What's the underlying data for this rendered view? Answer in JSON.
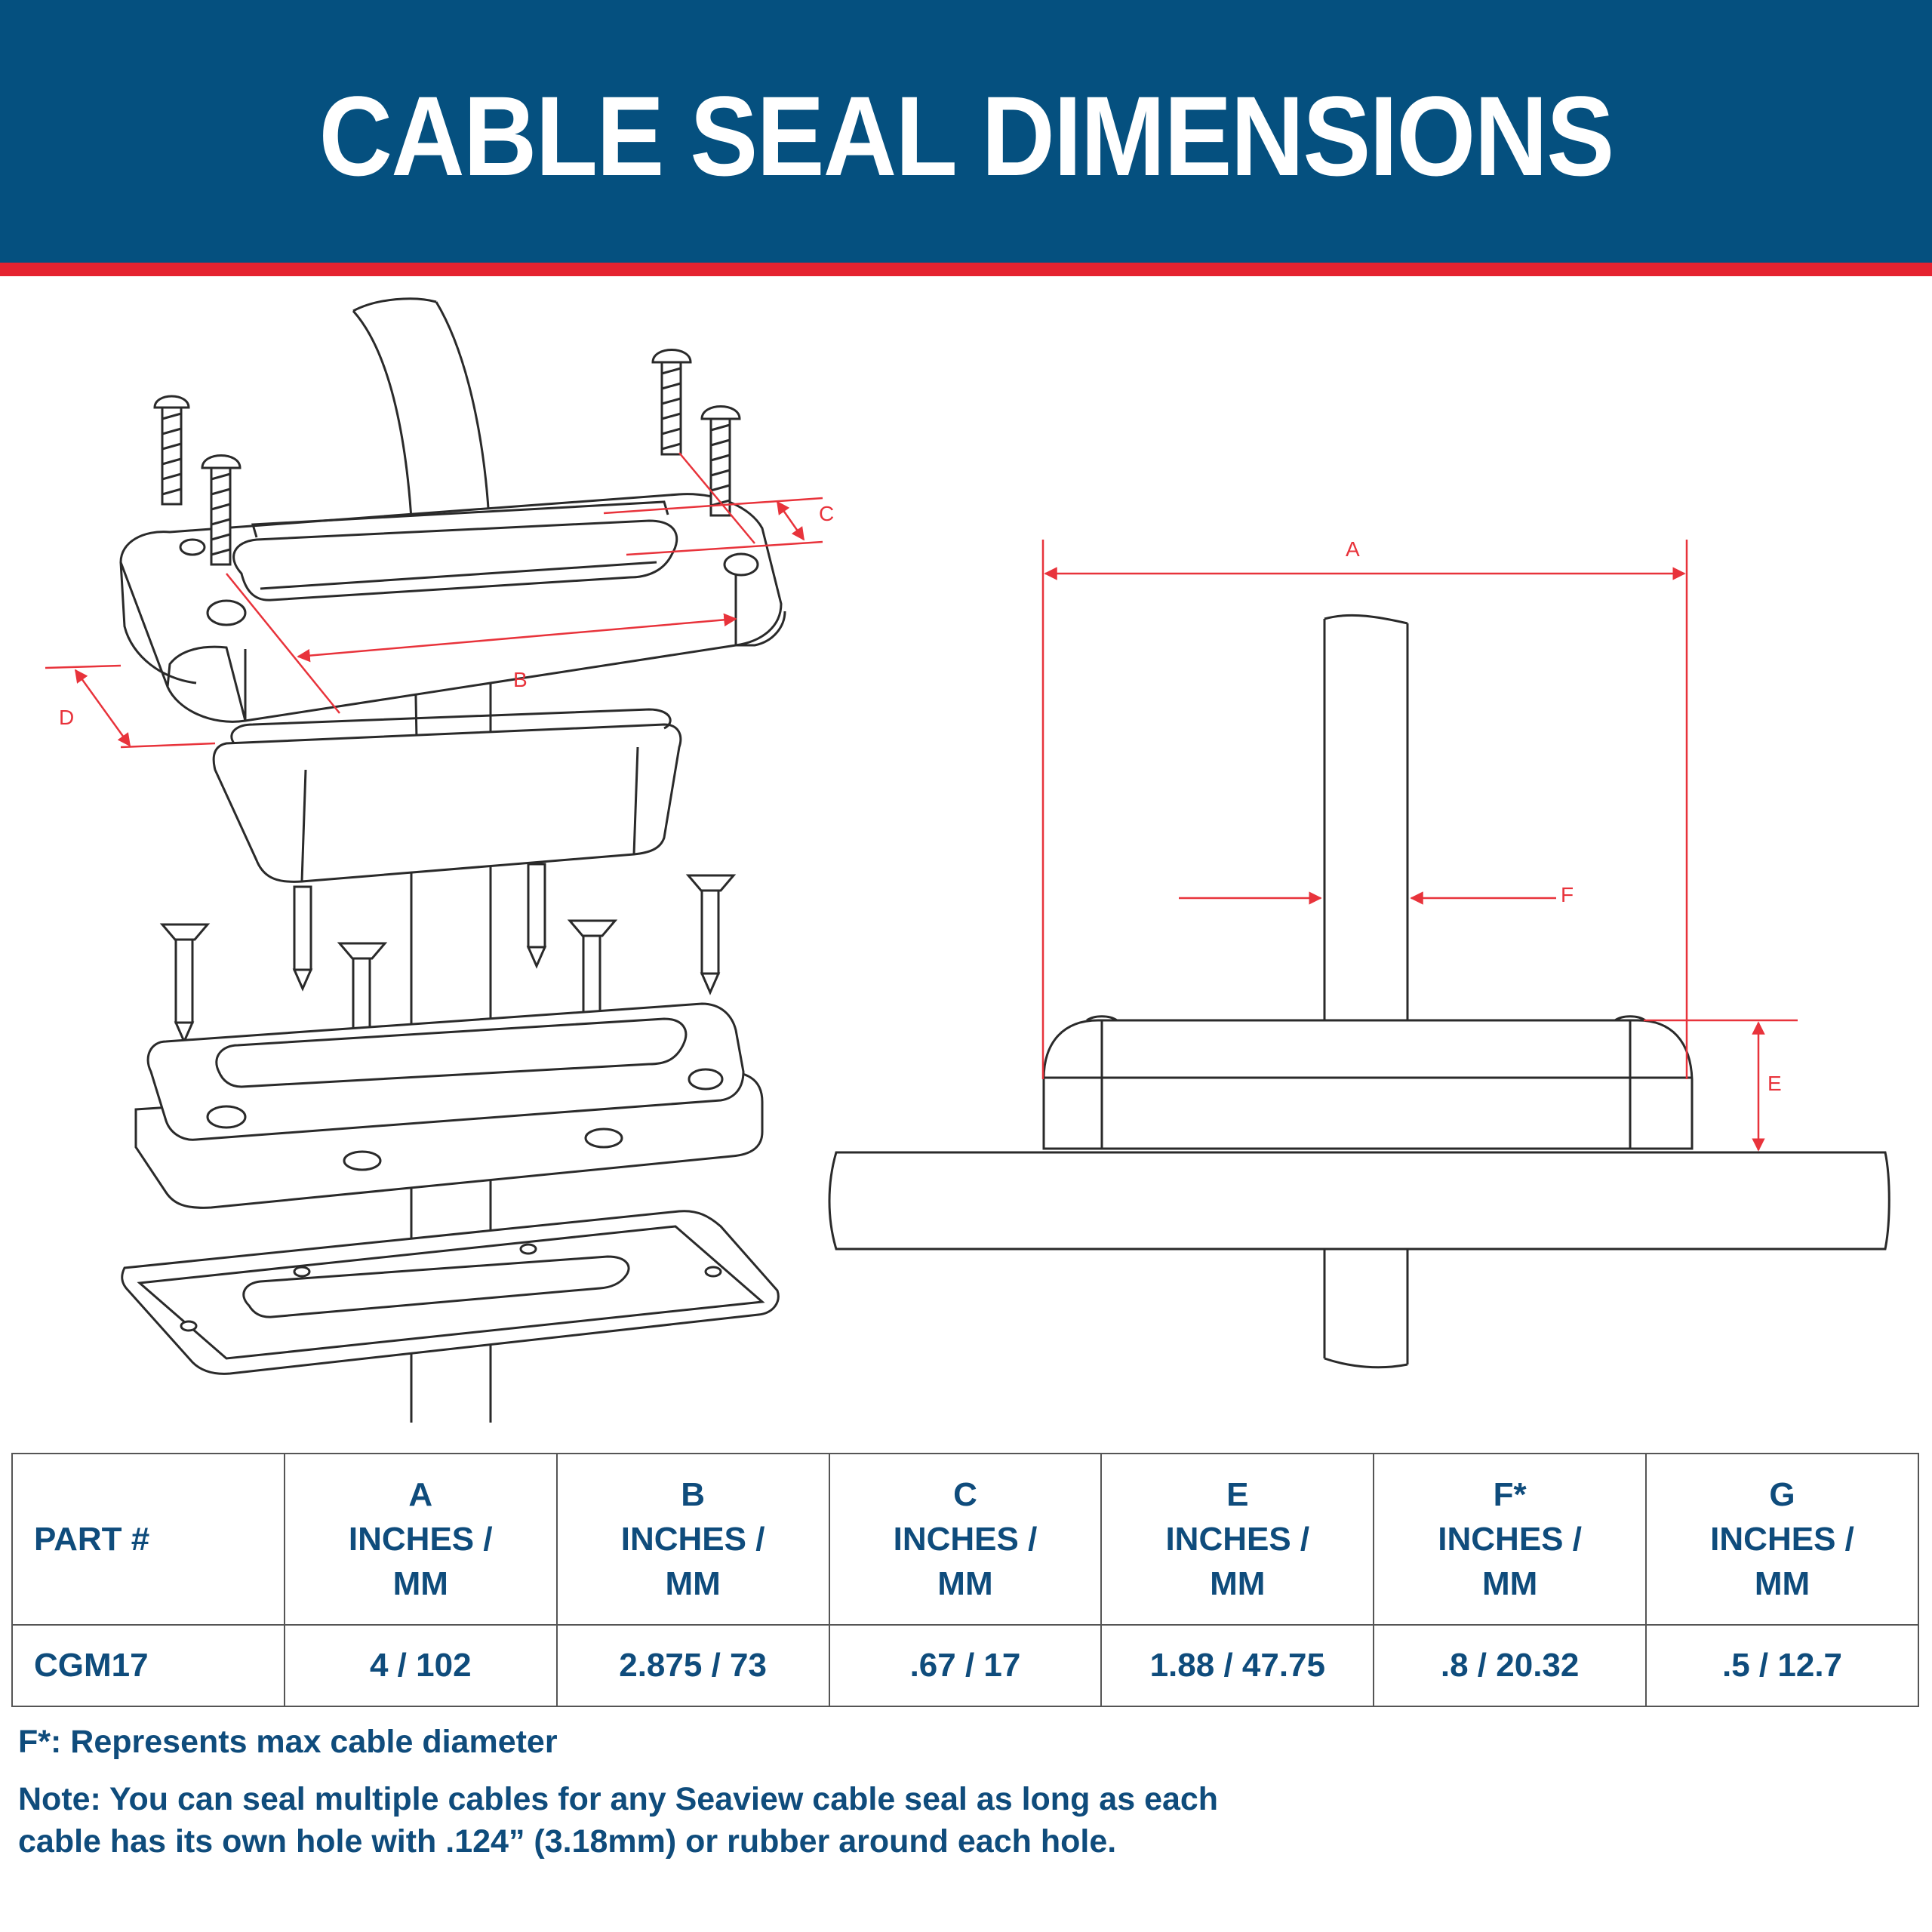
{
  "header": {
    "title": "CABLE SEAL DIMENSIONS"
  },
  "diagram": {
    "labels": {
      "a_left": "C",
      "b_left": "B",
      "d_left": "D",
      "a_right": "A",
      "f_right": "F",
      "e_right": "E"
    }
  },
  "table": {
    "headers": [
      {
        "line1": "PART #",
        "line2": "",
        "line3": ""
      },
      {
        "line1": "A",
        "line2": "INCHES /",
        "line3": "MM"
      },
      {
        "line1": "B",
        "line2": "INCHES /",
        "line3": "MM"
      },
      {
        "line1": "C",
        "line2": "INCHES /",
        "line3": "MM"
      },
      {
        "line1": "E",
        "line2": "INCHES /",
        "line3": "MM"
      },
      {
        "line1": "F*",
        "line2": "INCHES /",
        "line3": "MM"
      },
      {
        "line1": "G",
        "line2": "INCHES /",
        "line3": "MM"
      }
    ],
    "row": [
      "CGM17",
      "4 / 102",
      "2.875 / 73",
      ".67 / 17",
      "1.88 / 47.75",
      ".8 / 20.32",
      ".5 / 12.7"
    ]
  },
  "footnote": "F*: Represents max cable diameter",
  "note": "Note: You can seal multiple cables for any Seaview cable seal as long as each cable has its own hole with .124” (3.18mm) or rubber around each hole.",
  "colors": {
    "header_bg": "#05507f",
    "stripe": "#e52330",
    "text": "#0f4c7c",
    "dimension_lines": "#e8333b"
  }
}
